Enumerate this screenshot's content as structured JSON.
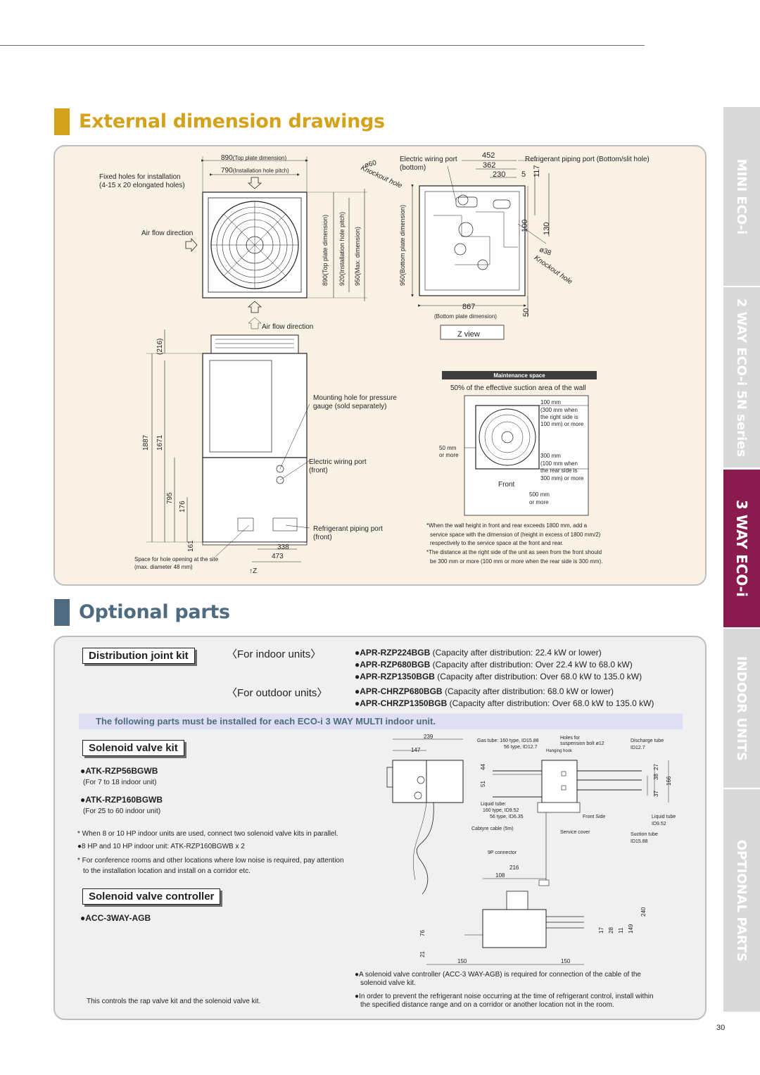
{
  "colors": {
    "gold": "#d4a21a",
    "slate": "#4e6b80",
    "panel_dim": "#f9f2e4",
    "panel_opt": "#f0f0f0",
    "tab_active": "#8b1a4e",
    "tab_gray": "#c8c8c8",
    "highlight": "#dedff2"
  },
  "side_tabs": {
    "mini": "MINI ECO-i",
    "way2": "2 WAY ECO-i 5N series",
    "way3": "3 WAY ECO-i",
    "indoor": "INDOOR UNITS",
    "optional": "OPTIONAL PARTS"
  },
  "dimensions": {
    "title": "External dimension drawings",
    "top_plate": "890",
    "top_plate_label": "(Top plate dimension)",
    "install_pitch": "790",
    "install_pitch_label": "(Installation hole pitch)",
    "fixed_holes": "Fixed holes for installation",
    "fixed_holes_sub": "(4-15 x 20 elongated holes)",
    "air_flow": "Air flow direction",
    "air_flow2": "Air flow direction",
    "v890": "890(Top plate dimension)",
    "v920": "920(Installation hole pitch)",
    "v950": "950(Max. dimension)",
    "knockout_60": "ø60",
    "knockout_label": "Knockout hole",
    "elec_port": "Electric wiring port",
    "elec_port_sub": "(bottom)",
    "d452": "452",
    "d362": "362",
    "d230": "230",
    "d5": "5",
    "d117": "117",
    "d100": "100",
    "d130": "130",
    "refrig_port_top": "Refrigerant piping port (Bottom/slit hole)",
    "knockout_38": "ø38",
    "knockout_label2": "Knockout hole",
    "v950_bottom": "950(Bottom plate dimension)",
    "d867": "867",
    "d867_label": "(Bottom plate dimension)",
    "d50": "50",
    "z_view": "Z view",
    "d216": "(216)",
    "d1887": "1887",
    "d1671": "1671",
    "d795": "795",
    "d176": "176",
    "d161": "161",
    "d338": "338",
    "d473": "473",
    "mount_hole": "Mounting hole for pressure",
    "mount_hole_sub": "gauge (sold separately)",
    "elec_front": "Electric wiring port",
    "elec_front_sub": "(front)",
    "refrig_front": "Refrigerant piping port",
    "refrig_front_sub": "(front)",
    "space_hole": "Space for hole opening at the site",
    "space_hole_sub": "(max. diameter 48 mm)",
    "z_arrow": "Z",
    "maint_title": "Maintenance space",
    "maint_suction": "50% of the effective suction area of the wall",
    "m100": "100 mm",
    "m100_sub1": "(300 mm when",
    "m100_sub2": "the right side is",
    "m100_sub3": "100 mm) or more",
    "m50": "50 mm",
    "m50_sub": "or more",
    "m300": "300 mm",
    "m300_sub1": "(100 mm when",
    "m300_sub2": "the rear side is",
    "m300_sub3": "300 mm) or more",
    "front": "Front",
    "m500": "500 mm",
    "m500_sub": "or more",
    "note1": "*When the wall height in front and rear exceeds 1800 mm, add a",
    "note2": "service space with the dimension of (height in excess of 1800 mm/2)",
    "note3": "respectively to the service space at the front and rear.",
    "note4": "*The distance at the right side of the unit as seen from the front should",
    "note5": "be 300 mm or more (100 mm or more when the rear side is 300 mm)."
  },
  "optional": {
    "title": "Optional parts",
    "dist_kit": "Distribution joint kit",
    "for_indoor": "〈For indoor units〉",
    "for_outdoor": "〈For outdoor units〉",
    "indoor_items": [
      {
        "model": "APR-RZP224BGB",
        "desc": "(Capacity after distribution: 22.4 kW or lower)"
      },
      {
        "model": "APR-RZP680BGB",
        "desc": "(Capacity after distribution: Over 22.4 kW to 68.0 kW)"
      },
      {
        "model": "APR-RZP1350BGB",
        "desc": "(Capacity after distribution: Over 68.0 kW to 135.0 kW)"
      }
    ],
    "outdoor_items": [
      {
        "model": "APR-CHRZP680BGB",
        "desc": "(Capacity after distribution: 68.0 kW or lower)"
      },
      {
        "model": "APR-CHRZP1350BGB",
        "desc": "(Capacity after distribution: Over 68.0 kW to 135.0 kW)"
      }
    ],
    "highlight": "The following parts must be installed for each ECO-i 3 WAY MULTI indoor unit.",
    "sv_kit": "Solenoid valve kit",
    "sv1_model": "●ATK-RZP56BGWB",
    "sv1_note": "(For 7 to 18 indoor unit)",
    "sv2_model": "●ATK-RZP160BGWB",
    "sv2_note": "(For 25 to 60 indoor unit)",
    "sv_note1": "* When 8 or 10 HP indoor units are used, connect two solenoid valve kits in parallel.",
    "sv_note2": "●8 HP and 10 HP indoor unit: ATK-RZP160BGWB x 2",
    "sv_note3": "* For conference rooms and other locations where low noise is required, pay attention",
    "sv_note4": "to the installation location and install on a corridor etc.",
    "svc_title": "Solenoid valve controller",
    "svc_model": "●ACC-3WAY-AGB",
    "svc_desc": "This controls the rap valve kit and the solenoid valve kit.",
    "svc_note1": "●A solenoid valve controller (ACC-3 WAY-AGB) is required for connection of the cable of the",
    "svc_note2": "solenoid valve kit.",
    "svc_note3": "●In order to prevent the refrigerant noise occurring at the time of refrigerant control, install within",
    "svc_note4": "the specified distance range and on a corridor or another location not in the room.",
    "k239": "239",
    "k147": "147",
    "k44": "44",
    "k51": "51",
    "gas_tube": "Gas tube: 160 type, ID15.88",
    "gas_tube2": "56 type, ID12.7",
    "holes_for": "Holes for",
    "holes_for2": "suspension bolt ø12",
    "hanging_hook": "Hanging hook",
    "discharge": "Discharge tube",
    "discharge2": "ID12.7",
    "k37": "37",
    "k38": "38",
    "k27": "27",
    "k166": "166",
    "liquid": "Liquid tube:",
    "liquid2": "160 type, ID9.52",
    "liquid3": "56 type, ID6.35",
    "front_side": "Front Side",
    "liquid_r": "Liquid tube",
    "liquid_r2": "ID9.52",
    "cabtyre": "Cabtyre cable (5m)",
    "service": "Service cover",
    "suction": "Suction tube",
    "suction2": "ID15.88",
    "connector": "9P connector",
    "c216": "216",
    "c108": "108",
    "c240": "240",
    "c76": "76",
    "c21": "21",
    "c17": "17",
    "c28": "28",
    "c11": "11",
    "c149": "149",
    "c150a": "150",
    "c150b": "150"
  },
  "page_number": "30"
}
